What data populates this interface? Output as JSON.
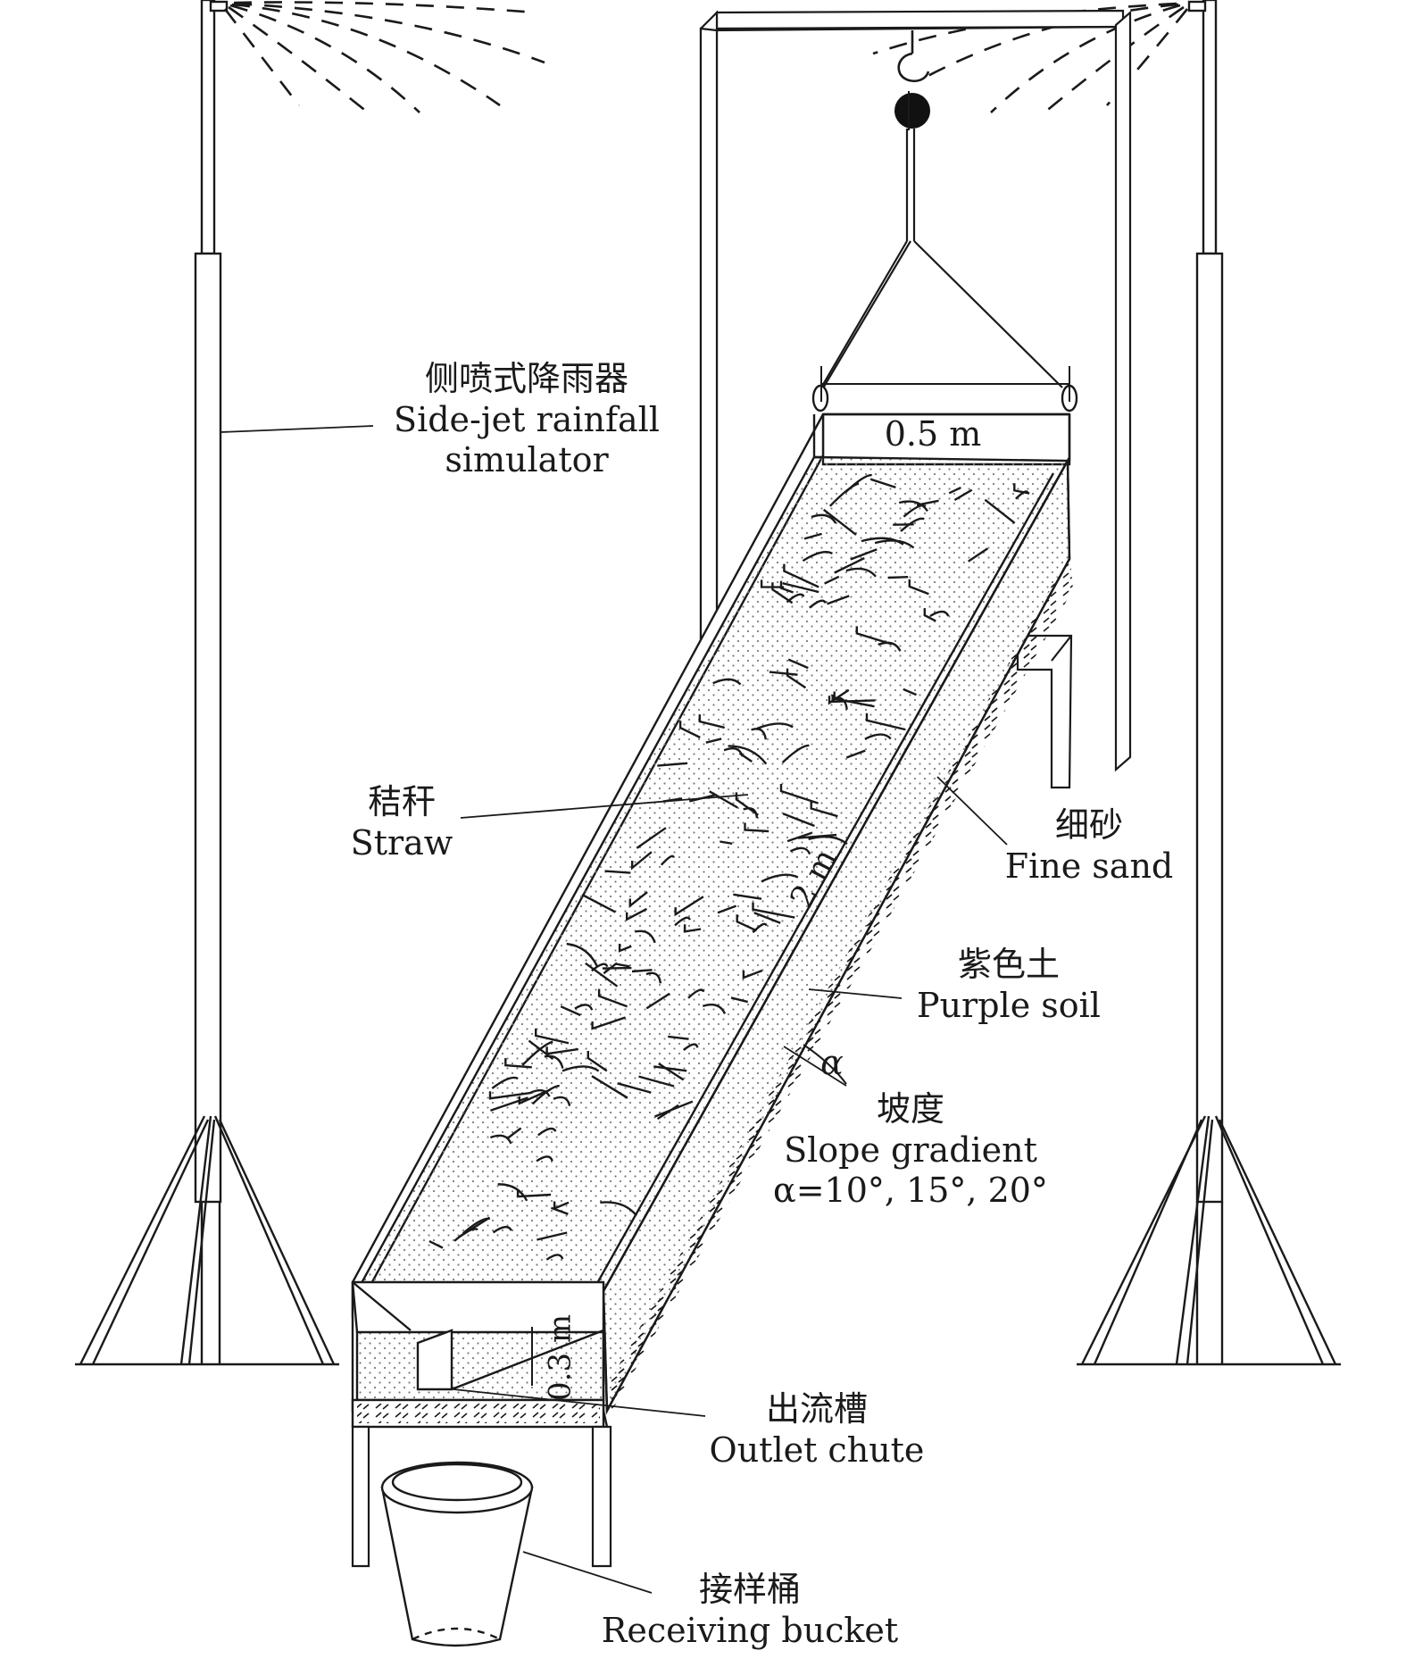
{
  "diagram": {
    "colors": {
      "line": "#1a1a1a",
      "soil_dots": "#7a7a7a",
      "background": "#ffffff"
    },
    "labels": {
      "rainfall_simulator": {
        "zh": "侧喷式降雨器",
        "en_line1": "Side-jet rainfall",
        "en_line2": "simulator"
      },
      "straw": {
        "zh": "秸秆",
        "en": "Straw"
      },
      "fine_sand": {
        "zh": "细砂",
        "en": "Fine sand"
      },
      "purple_soil": {
        "zh": "紫色土",
        "en": "Purple soil"
      },
      "slope_gradient": {
        "zh": "坡度",
        "en": "Slope gradient",
        "values": "α=10°, 15°, 20°"
      },
      "outlet_chute": {
        "zh": "出流槽",
        "en": "Outlet chute"
      },
      "receiving_bucket": {
        "zh": "接样桶",
        "en": "Receiving bucket"
      }
    },
    "dimensions": {
      "width": "0.5 m",
      "length": "2 m",
      "depth": "0.3 m",
      "angle_symbol": "α"
    },
    "components": [
      "rainfall-simulator-left",
      "rainfall-simulator-right",
      "hoist-frame",
      "hook",
      "pulley",
      "soil-flume",
      "straw-residue",
      "outlet-chute",
      "support-table",
      "receiving-bucket"
    ]
  }
}
